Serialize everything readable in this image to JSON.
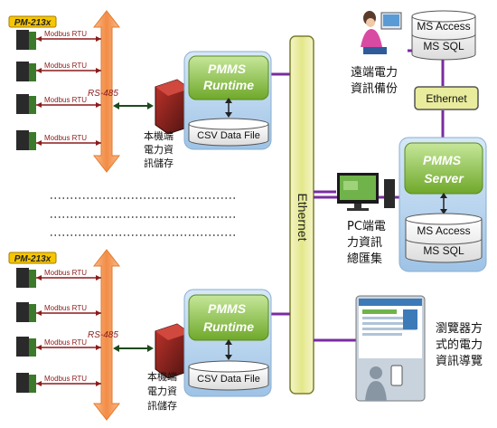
{
  "device_tag": "PM-213x",
  "modbus_label": "Modbus RTU",
  "rs485_label": "RS-485",
  "runtime": {
    "line1": "PMMS",
    "line2": "Runtime"
  },
  "csv_label": "CSV Data File",
  "local_storage": [
    "本機端",
    "電力資",
    "訊儲存"
  ],
  "ethernet_label": "Ethernet",
  "remote_backup": [
    "遠端電力",
    "資訊備份"
  ],
  "ms_access": "MS Access",
  "ms_sql": "MS SQL",
  "server": {
    "line1": "PMMS",
    "line2": "Server"
  },
  "pc_summary": [
    "PC端電",
    "力資訊",
    "總匯集"
  ],
  "browser_nav": [
    "瀏覽器方",
    "式的電力",
    "資訊導覽"
  ],
  "colors": {
    "bus_orange": "#f7a264",
    "panel_blue": "#b9d6ee",
    "green_box": "#8fc43d",
    "ethernet_bar": "#e9ec9c",
    "link_purple": "#7a2ca0",
    "arrow_green": "#1d4a1d"
  }
}
